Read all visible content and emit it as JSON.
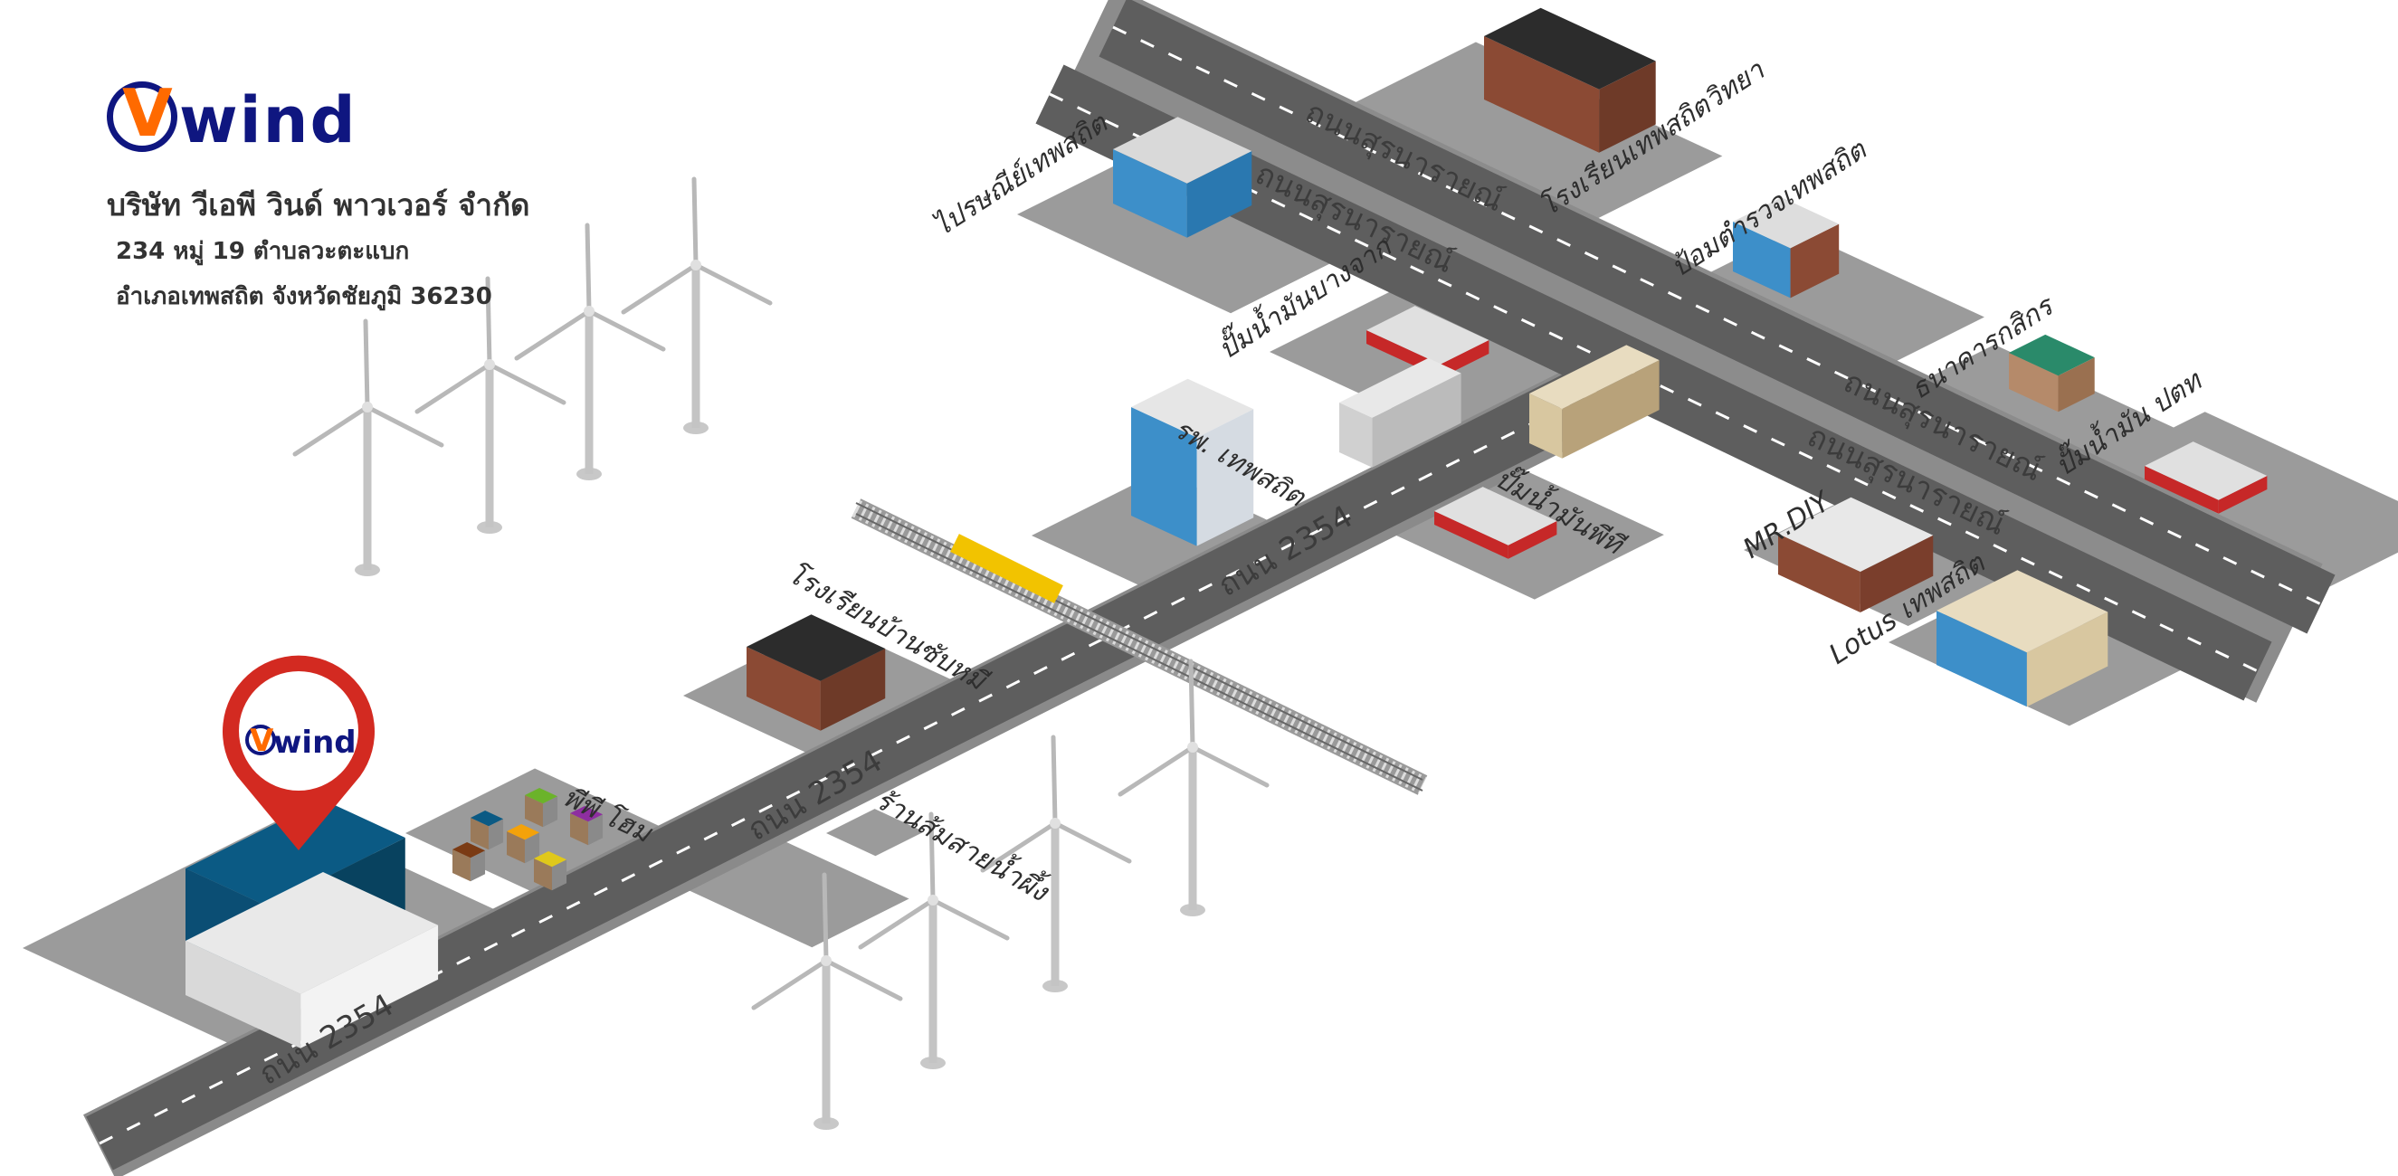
{
  "company": {
    "logo_text": "wind",
    "logo_mark": "V",
    "name": "บริษัท วีเอพี วินด์ พาวเวอร์ จำกัด",
    "address_line1": "234 หมู่ 19 ตำบลวะตะแบก",
    "address_line2": "อำเภอเทพสถิต จังหวัดชัยภูมิ  36230"
  },
  "pin": {
    "logo_text": "wind",
    "logo_mark": "V",
    "color": "#d32a21"
  },
  "colors": {
    "road": "#5e5e5e",
    "lot": "#9b9b9b",
    "brand_blue": "#0f1680",
    "brand_orange": "#ff6a00"
  },
  "roads": {
    "surinarai": "ถนนสุรนารายณ์",
    "route2354": "ถนน 2354"
  },
  "places": {
    "post_office": "ไปรษณีย์เทพสถิต",
    "thepsathit_school": "โรงเรียนเทพสถิตวิทยา",
    "police_box": "ป้อมตำรวจเทพสถิต",
    "bangchak": "ปั๊มน้ำมันบางจาก",
    "kasikorn": "ธนาคารกสิกร",
    "ptt": "ปั๊มน้ำมัน ปตท",
    "hospital": "รพ. เทพสถิต",
    "pt": "ปั๊มน้ำมันพีที",
    "mrdiy": "MR.DIY",
    "lotus": "Lotus เทพสถิต",
    "sapmi_school": "โรงเรียนบ้านซับหมี",
    "pp_home": "พีพี โฮม",
    "orange_shop": "ร้านส้มสายน้ำผึ้ง"
  }
}
